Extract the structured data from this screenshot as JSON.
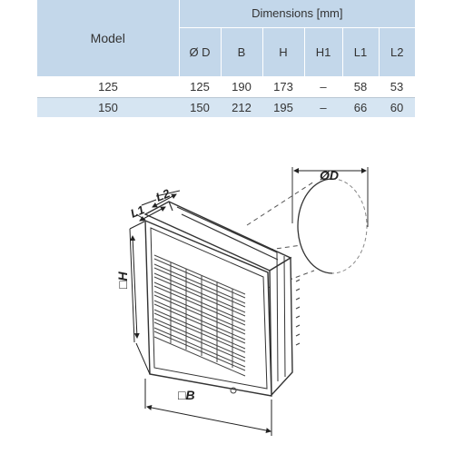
{
  "table": {
    "model_header": "Model",
    "group_header": "Dimensions [mm]",
    "columns": [
      "Ø D",
      "B",
      "H",
      "H1",
      "L1",
      "L2"
    ],
    "rows": [
      {
        "model": "125",
        "values": [
          "125",
          "190",
          "173",
          "–",
          "58",
          "53"
        ]
      },
      {
        "model": "150",
        "values": [
          "150",
          "212",
          "195",
          "–",
          "66",
          "60"
        ]
      }
    ]
  },
  "diagram": {
    "labels": {
      "d": "ØD",
      "l1": "L1",
      "l2": "L2",
      "h": "□H",
      "b": "□B"
    }
  }
}
